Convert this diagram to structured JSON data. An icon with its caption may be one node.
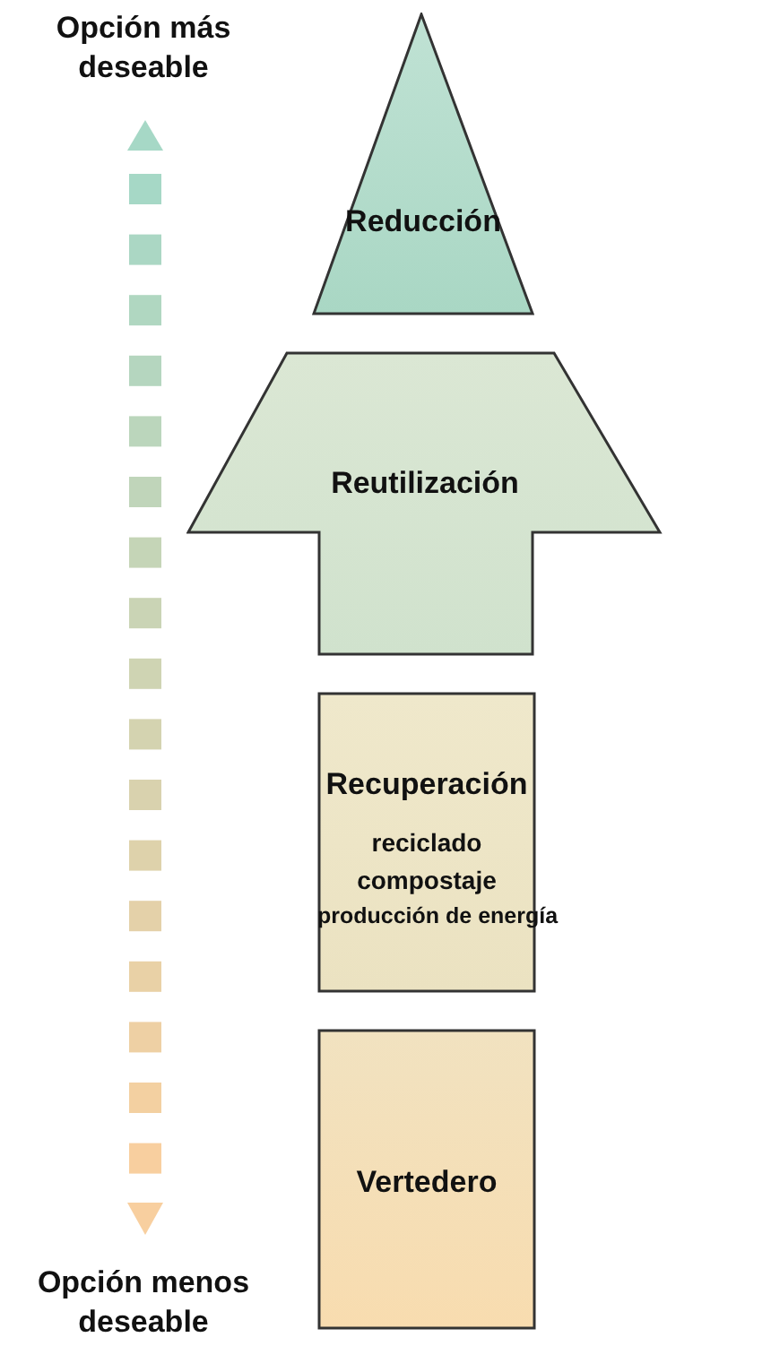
{
  "diagram": {
    "nodes": [
      {
        "text": [
          "Reducción"
        ]
      },
      {
        "text": [
          "Reutilización"
        ]
      },
      {
        "text": [
          "Recuperación",
          "reciclado",
          "compostaje",
          "producción de energía"
        ]
      },
      {
        "text": [
          "Vertedero"
        ]
      }
    ],
    "labels": [
      "Opción más deseable",
      "Opción menos deseable"
    ]
  }
}
